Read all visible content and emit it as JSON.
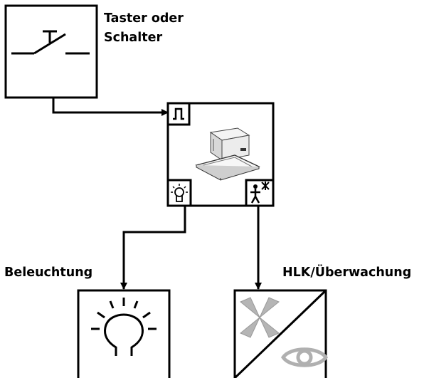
{
  "labels": {
    "switch_line1": "Taster oder",
    "switch_line2": "Schalter",
    "lighting": "Beleuchtung",
    "hvac": "HLK/Überwachung"
  },
  "nodes": [
    {
      "id": "switch",
      "icon": "switch-symbol-icon"
    },
    {
      "id": "sensor",
      "icons": [
        "pulse-input-icon",
        "ceiling-sensor-icon",
        "lightbulb-output-icon",
        "person-presence-output-icon"
      ]
    },
    {
      "id": "lighting",
      "icon": "lightbulb-icon"
    },
    {
      "id": "hvac",
      "icons": [
        "fan-icon",
        "eye-icon"
      ]
    }
  ],
  "colors": {
    "line": "#000000",
    "icon_gray": "#b0b0b0",
    "icon_gray_dark": "#888888"
  }
}
